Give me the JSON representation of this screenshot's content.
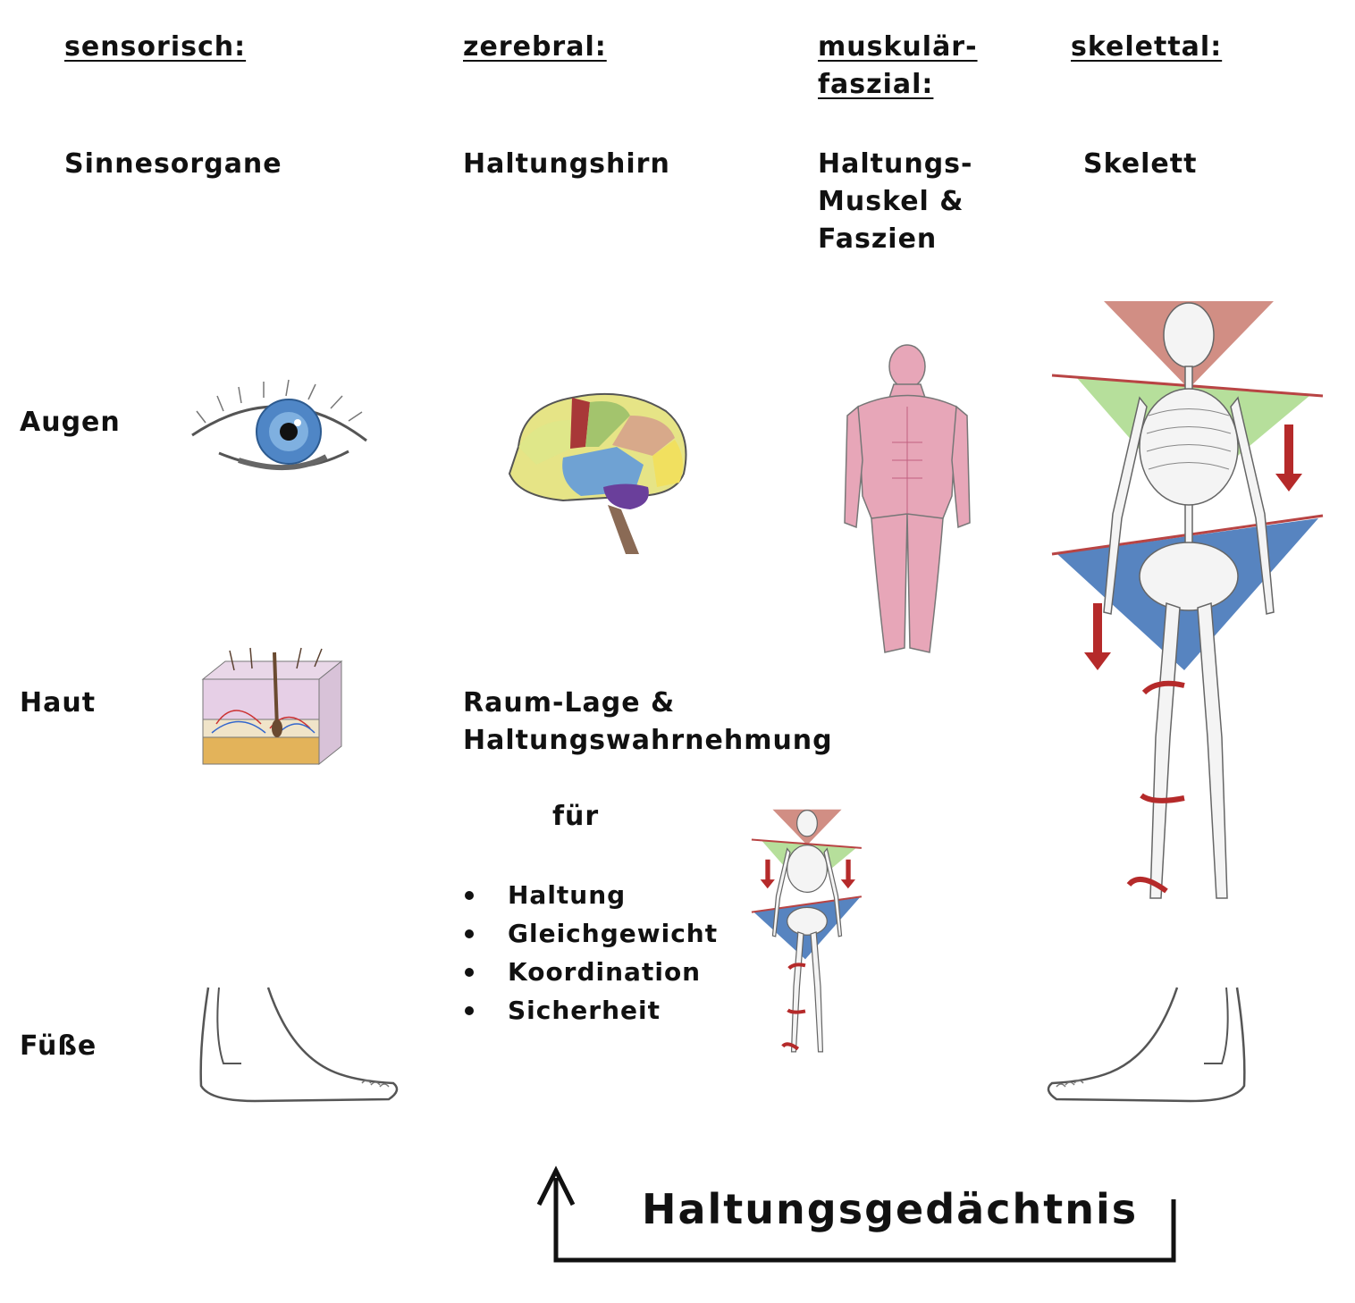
{
  "columns": {
    "sensory": {
      "header": "sensorisch:",
      "item": "Sinnesorgane"
    },
    "cerebral": {
      "header": "zerebral:",
      "item": "Haltungshirn"
    },
    "muscular": {
      "header": "muskulär-\nfaszial:",
      "item": "Haltungs-\nMuskel &\nFaszien"
    },
    "skeletal": {
      "header": "skelettal:",
      "item": "Skelett"
    }
  },
  "rows": [
    "Augen",
    "Haut",
    "Füße"
  ],
  "perception": {
    "heading": "Raum-Lage &\nHaltungswahrnehmung",
    "for_label": "für",
    "bullets": [
      "Haltung",
      "Gleichgewicht",
      "Koordination",
      "Sicherheit"
    ]
  },
  "memory_label": "Haltungsgedächtnis",
  "colors": {
    "triangle_red": "#c97a6e",
    "triangle_green": "#a9d98a",
    "triangle_blue": "#3a6fb5",
    "arrow_red": "#b52a2a",
    "muscle_pink": "#e7a6b8",
    "eye_blue": "#4f86c6"
  },
  "icons": [
    "eye-drawing",
    "skin-drawing",
    "foot-drawing",
    "brain-drawing",
    "muscle-body-drawing",
    "skeleton-drawing",
    "return-arrow"
  ]
}
